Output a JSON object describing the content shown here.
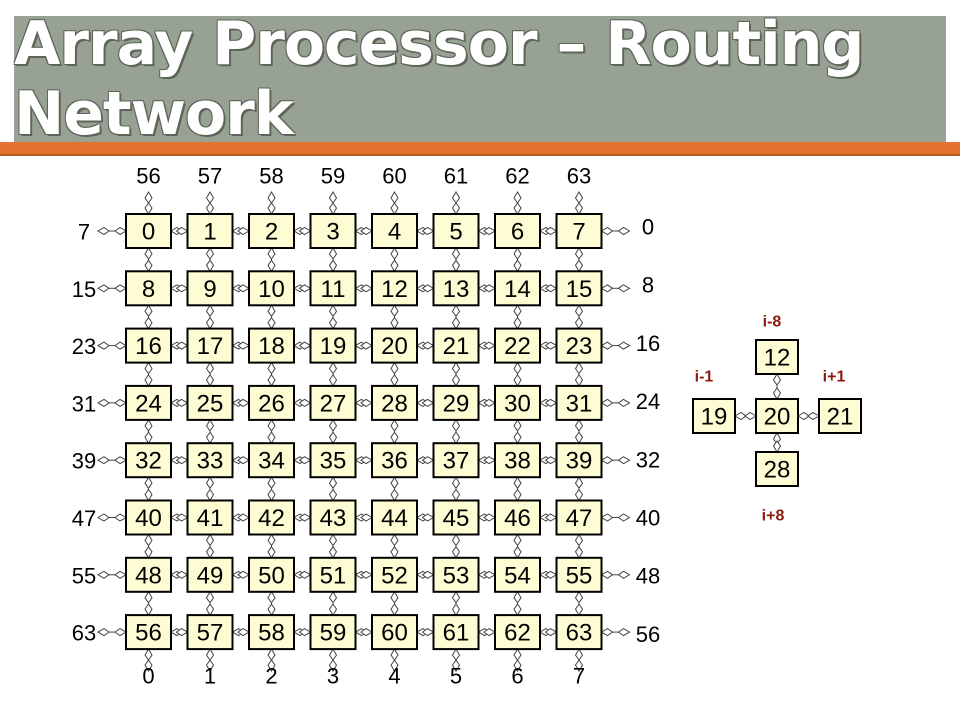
{
  "title": "Array Processor – Routing Network",
  "colors": {
    "title_bar": "#98a294",
    "accent": "#e57330",
    "cell_fill": "#fefcd2",
    "direction_labels": "#8b1a10"
  },
  "grid": {
    "cells": [
      [
        "0",
        "1",
        "2",
        "3",
        "4",
        "5",
        "6",
        "7"
      ],
      [
        "8",
        "9",
        "10",
        "11",
        "12",
        "13",
        "14",
        "15"
      ],
      [
        "16",
        "17",
        "18",
        "19",
        "20",
        "21",
        "22",
        "23"
      ],
      [
        "24",
        "25",
        "26",
        "27",
        "28",
        "29",
        "30",
        "31"
      ],
      [
        "32",
        "33",
        "34",
        "35",
        "36",
        "37",
        "38",
        "39"
      ],
      [
        "40",
        "41",
        "42",
        "43",
        "44",
        "45",
        "46",
        "47"
      ],
      [
        "48",
        "49",
        "50",
        "51",
        "52",
        "53",
        "54",
        "55"
      ],
      [
        "56",
        "57",
        "58",
        "59",
        "60",
        "61",
        "62",
        "63"
      ]
    ],
    "top_labels": [
      "56",
      "57",
      "58",
      "59",
      "60",
      "61",
      "62",
      "63"
    ],
    "bottom_labels": [
      "0",
      "1",
      "2",
      "3",
      "4",
      "5",
      "6",
      "7"
    ],
    "left_labels": [
      "7",
      "15",
      "23",
      "31",
      "39",
      "47",
      "55",
      "63"
    ],
    "right_labels": [
      "0",
      "8",
      "16",
      "24",
      "32",
      "40",
      "48",
      "56"
    ]
  },
  "neighbor_example": {
    "center": "20",
    "up": "12",
    "down": "28",
    "left": "19",
    "right": "21",
    "up_label": "i-8",
    "down_label": "i+8",
    "left_label": "i-1",
    "right_label": "i+1"
  }
}
